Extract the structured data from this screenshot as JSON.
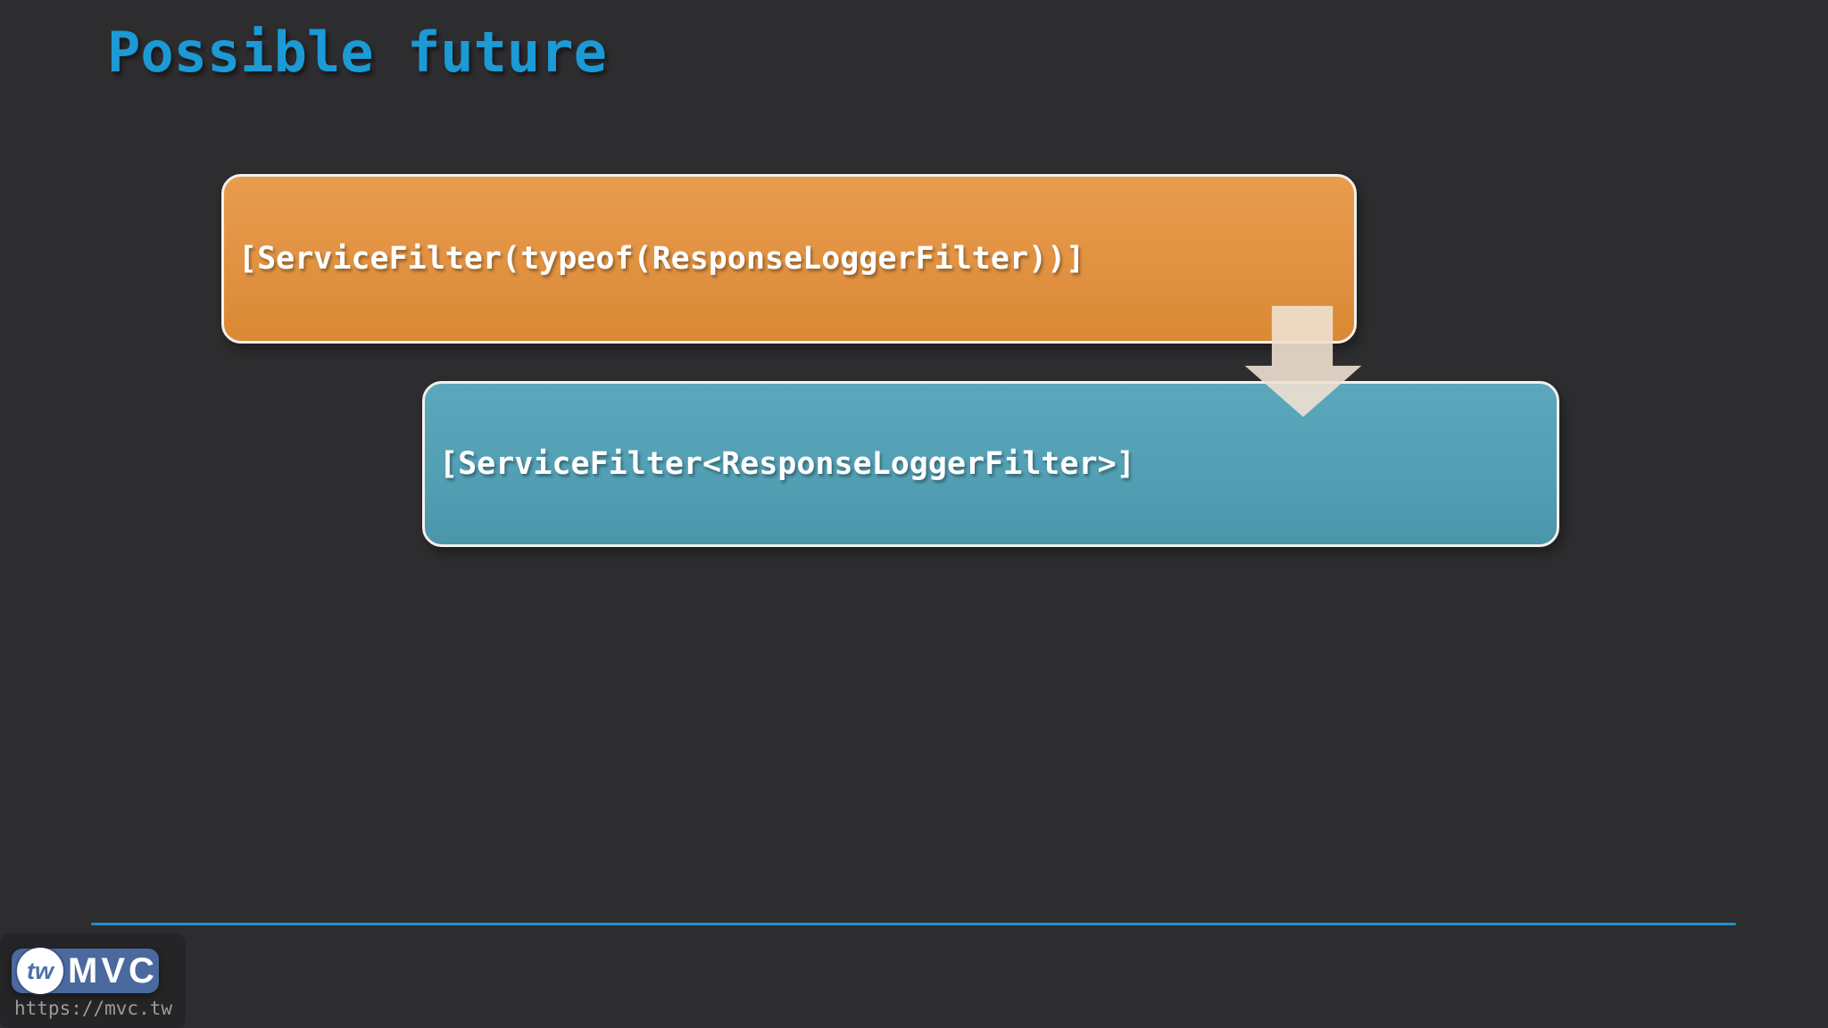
{
  "slide": {
    "title": "Possible future"
  },
  "diagram": {
    "box_top": {
      "label": "[ServiceFilter(typeof(ResponseLoggerFilter))]",
      "fill": "#e09140"
    },
    "box_bottom": {
      "label": "[ServiceFilter<ResponseLoggerFilter>]",
      "fill": "#529fb4"
    },
    "arrow": {
      "direction": "down",
      "fill": "rgba(238,224,210,0.9)"
    }
  },
  "footer": {
    "logo": {
      "circle_text": "tw",
      "brand_text": "MVC"
    },
    "url": "https://mvc.tw"
  },
  "colors": {
    "background": "#2d2c2e",
    "title": "#1b9ad5",
    "box_top_fill": "#e09140",
    "box_top_fill_light": "#e89c4e",
    "box_bottom_fill": "#529fb4",
    "box_bottom_fill_light": "#5ba7bc",
    "box_border": "#f4f1ed",
    "arrow_fill": "rgba(238,224,210,0.9)",
    "divider": "#1a94ce",
    "logo_badge": "#49699f",
    "logo_text": "#4a72a8",
    "url_text": "#9b9b9b",
    "code_text": "#ffffff"
  }
}
